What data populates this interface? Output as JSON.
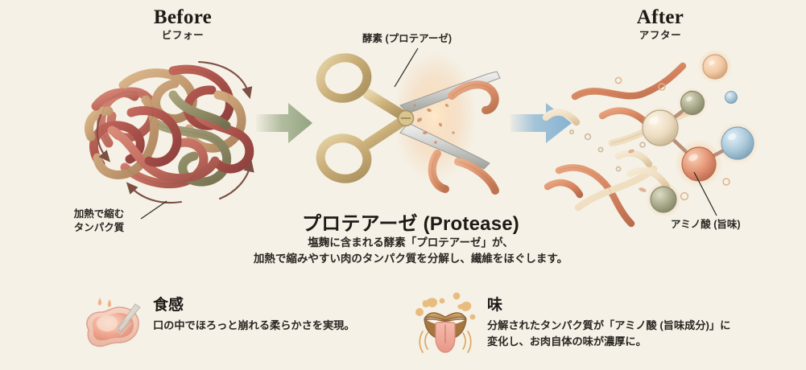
{
  "page": {
    "background_color": "#f5f1e6",
    "text_color": "#2a2622"
  },
  "before": {
    "title_en": "Before",
    "title_jp": "ビフォー",
    "annotation_line1": "加熱で縮む",
    "annotation_line2": "タンパク質",
    "illustration": "tangled-protein-rope-knot",
    "colors": {
      "rope_red": "#b4544b",
      "rope_dark_red": "#8e3f3c",
      "rope_tan": "#c9a077",
      "rope_olive": "#8f8a63",
      "rope_light": "#d8b892"
    }
  },
  "center": {
    "enzyme_label": "酵素 (プロテアーゼ)",
    "title": "プロテアーゼ (Protease)",
    "desc_line1": "塩麹に含まれる酵素「プロテアーゼ」が、",
    "desc_line2": "加熱で縮みやすい肉のタンパク質を分解し、繊維をほぐします。",
    "illustration": "scissors-cutting-rope",
    "colors": {
      "handle_gold": "#cbb07a",
      "handle_gold_light": "#e3d0a3",
      "blade_silver": "#d8d8d6",
      "blade_silver_dark": "#a8a9a6",
      "rope_orange": "#dd9a77"
    }
  },
  "after": {
    "title_en": "After",
    "title_jp": "アフター",
    "annotation": "アミノ酸 (旨味)",
    "illustration": "loose-fibers-and-amino-acid-molecule",
    "colors": {
      "fiber_orange": "#d98c68",
      "fiber_cream": "#eeddc2",
      "atom_cream": "#ecdcc0",
      "atom_orange": "#e29273",
      "atom_blue": "#a9c7d8",
      "atom_olive": "#a8a98a",
      "atom_peach": "#f1c9a4",
      "glow": "#f7d8b8"
    }
  },
  "arrows": {
    "green": {
      "name": "arrow-before-to-center",
      "color": "#9bab88"
    },
    "blue": {
      "name": "arrow-center-to-after",
      "color": "#8fb8d4"
    }
  },
  "features": [
    {
      "icon": "meat-with-fork-icon",
      "title": "食感",
      "body_line1": "口の中でほろっと崩れる柔らかさを実現。",
      "colors": {
        "meat_fat": "#f2c4b2",
        "meat_flesh": "#f0a890",
        "meat_inner": "#f7d6c4",
        "fork": "#ded9cf"
      }
    },
    {
      "icon": "tongue-mouth-icon",
      "title": "味",
      "body_line1": "分解されたタンパク質が「アミノ酸 (旨味成分)」に",
      "body_line2": "変化し、お肉自体の味が濃厚に。",
      "colors": {
        "lips": "#c79a5e",
        "lips_dark": "#8a6236",
        "tongue": "#efa99a",
        "sparkle": "#d8a963"
      }
    }
  ]
}
